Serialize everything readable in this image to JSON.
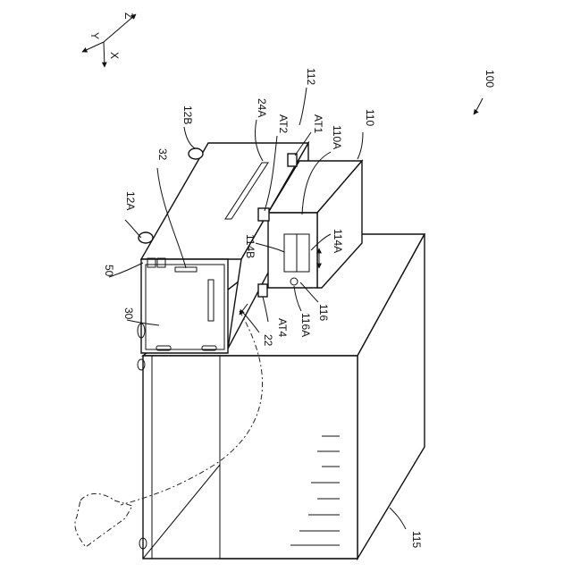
{
  "axes": {
    "z": "Z",
    "y": "Y",
    "x": "X"
  },
  "labels": {
    "l100": "100",
    "l112": "112",
    "l110": "110",
    "l110A": "110A",
    "lAT1": "AT1",
    "lAT2": "AT2",
    "l24A": "24A",
    "l12B": "12B",
    "l32": "32",
    "l12A": "12A",
    "l50": "50",
    "l30": "30",
    "l114A": "114A",
    "l114B": "114B",
    "l116": "116",
    "l116A": "116A",
    "lAT4": "AT4",
    "l22": "22",
    "l115": "115"
  }
}
